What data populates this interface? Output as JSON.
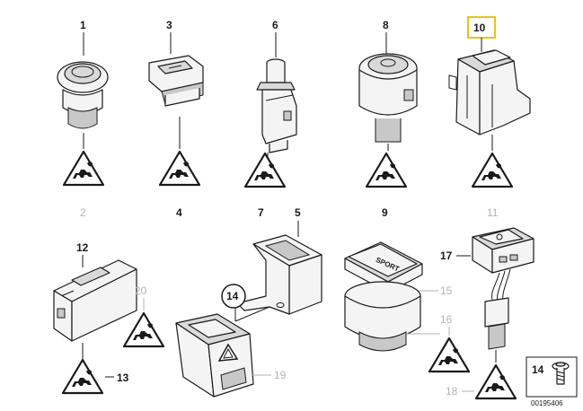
{
  "labels": {
    "p1": "1",
    "p2": "2",
    "p3": "3",
    "p4": "4",
    "p5": "5",
    "p6": "6",
    "p7": "7",
    "p8": "8",
    "p9": "9",
    "p10": "10",
    "p11": "11",
    "p12": "12",
    "p13": "13",
    "p14": "14",
    "p15": "15",
    "p16": "16",
    "p17": "17",
    "p18": "18",
    "p19": "19",
    "p20": "20"
  },
  "legend_box": {
    "number": "14",
    "code": "00195406"
  },
  "button_text": {
    "sport": "SPORT"
  },
  "colors": {
    "highlight": "#e6c31e",
    "ink": "#1a1a1a",
    "grey_label": "#b3b3b3"
  }
}
